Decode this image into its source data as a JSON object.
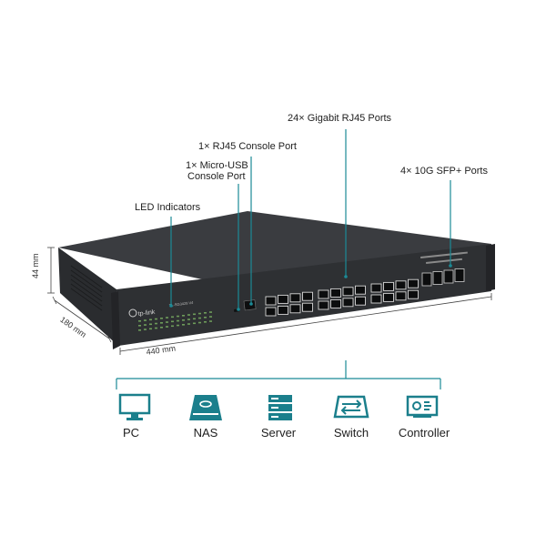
{
  "callouts": {
    "rj45_ports": "24× Gigabit RJ45 Ports",
    "console_port": "1× RJ45 Console Port",
    "usb_console_line1": "1× Micro-USB",
    "usb_console_line2": "Console Port",
    "sfp_ports": "4× 10G SFP+ Ports",
    "led_indicators": "LED Indicators"
  },
  "dimensions": {
    "height": "44 mm",
    "depth": "180 mm",
    "width": "440 mm"
  },
  "device": {
    "brand": "tp-link",
    "model": "TL-SG3428 V4"
  },
  "connected_devices": [
    {
      "label": "PC",
      "icon": "monitor-icon"
    },
    {
      "label": "NAS",
      "icon": "nas-icon"
    },
    {
      "label": "Server",
      "icon": "server-icon"
    },
    {
      "label": "Switch",
      "icon": "switch-icon"
    },
    {
      "label": "Controller",
      "icon": "controller-icon"
    }
  ],
  "colors": {
    "teal": "#1b8a96",
    "chassis": "#2e3033",
    "chassis_top": "#3a3c40",
    "icon": "#1b7f8c"
  }
}
